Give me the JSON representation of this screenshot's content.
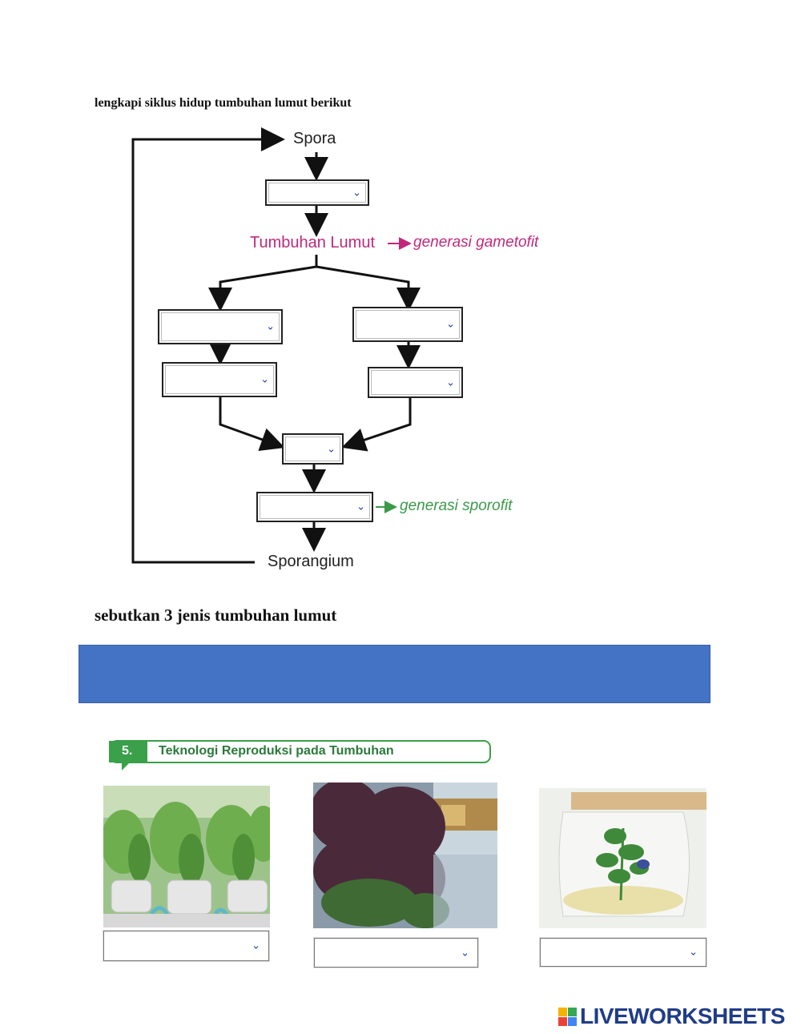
{
  "instructions": {
    "cycle": "lengkapi siklus hidup tumbuhan lumut berikut",
    "types": "sebutkan 3 jenis tumbuhan lumut"
  },
  "diagram": {
    "spora": "Spora",
    "tumbuhan_lumut": "Tumbuhan Lumut",
    "generasi_gametofit": "generasi gametofit",
    "generasi_sporofit": "generasi sporofit",
    "sporangium": "Sporangium"
  },
  "section": {
    "number": "5.",
    "title": "Teknologi Reproduksi pada Tumbuhan"
  },
  "answer_area": {
    "value": ""
  },
  "dropdowns": {
    "chevron": "⌄"
  },
  "photos": [
    {
      "name": "hydroponic-lettuce"
    },
    {
      "name": "vertical-garden"
    },
    {
      "name": "tissue-culture-flask"
    }
  ],
  "brand": {
    "logo_letters": "LIVE",
    "name": "LIVEWORKSHEETS"
  },
  "colors": {
    "magenta": "#c0297a",
    "green": "#3a9a4a",
    "blue_box": "#4472c4",
    "brand_blue": "#1f3c88"
  }
}
